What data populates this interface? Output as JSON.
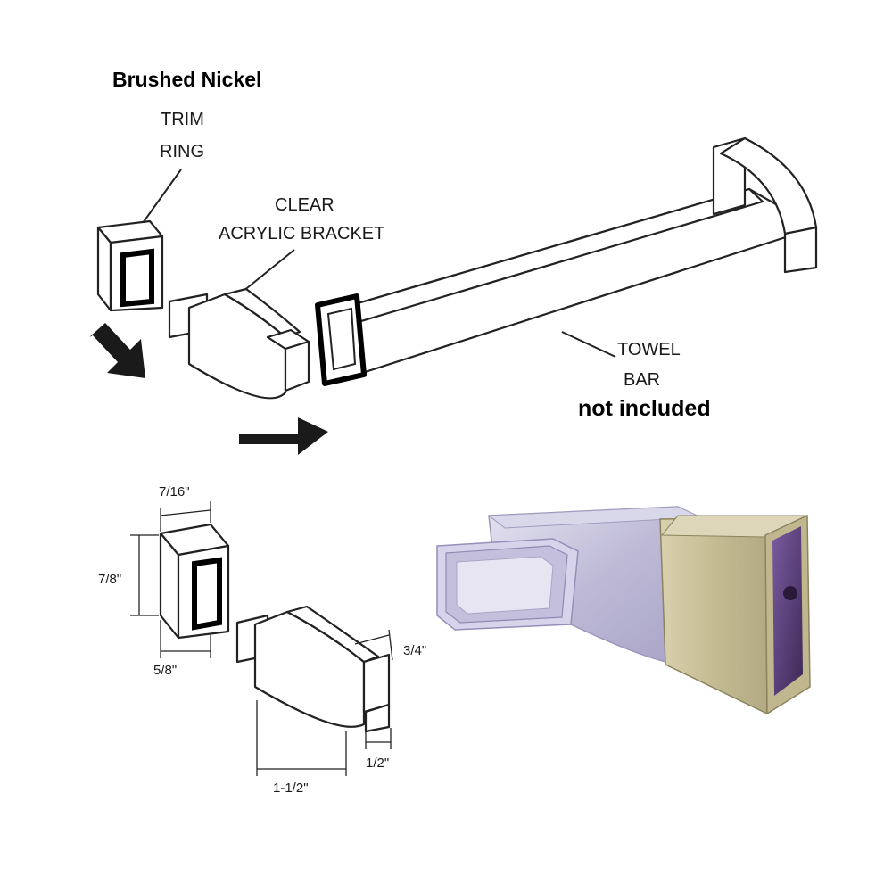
{
  "finish_label": "Brushed Nickel",
  "labels": {
    "trim_ring_line1": "TRIM",
    "trim_ring_line2": "RING",
    "bracket_line1": "CLEAR",
    "bracket_line2": "ACRYLIC BRACKET",
    "towel_line1": "TOWEL",
    "towel_line2": "BAR",
    "not_included": "not included"
  },
  "dimensions": {
    "ring_width": "7/16\"",
    "ring_height": "7/8\"",
    "ring_depth": "5/8\"",
    "post_height": "3/4\"",
    "bracket_length": "1-1/2\"",
    "post_width": "1/2\""
  },
  "colors": {
    "line": "#222222",
    "acrylic": "#c9c6e0",
    "nickel": "#c8bf98",
    "interior": "#5a3f7a"
  }
}
